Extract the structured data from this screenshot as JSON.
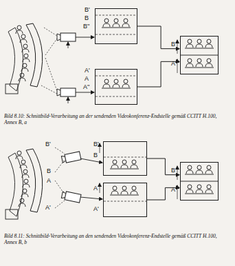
{
  "diagram": {
    "nodes": [
      {
        "text": [
          "B'",
          "B",
          "B''"
        ]
      },
      {
        "text": [
          "A'",
          "A",
          "A''"
        ]
      },
      {
        "text": [
          "B",
          "A"
        ]
      },
      {
        "text": [
          "B'",
          "B"
        ]
      },
      {
        "text": [
          "A",
          "A'"
        ]
      },
      {
        "text": [
          "B",
          "A"
        ]
      }
    ],
    "edges": [
      {
        "from": 0,
        "to": 2,
        "arrow": "to"
      },
      {
        "from": 1,
        "to": 2,
        "arrow": "to"
      },
      {
        "from": 3,
        "to": 5,
        "arrow": "to"
      },
      {
        "from": 4,
        "to": 5,
        "arrow": "to"
      }
    ],
    "labels": [
      "Bild 8.10: Schnittbild-Verarbeitung an der sendenden Videokonferenz-Endstelle gemäß CCITT H.100, Annex B, a",
      "B'",
      "B",
      "A",
      "A'",
      "Bild 8.11: Schnittbild-Verarbeitung an den sendenden Videokonferenz-Endstelle gemäß CCITT H.100, Annex B, b"
    ]
  }
}
